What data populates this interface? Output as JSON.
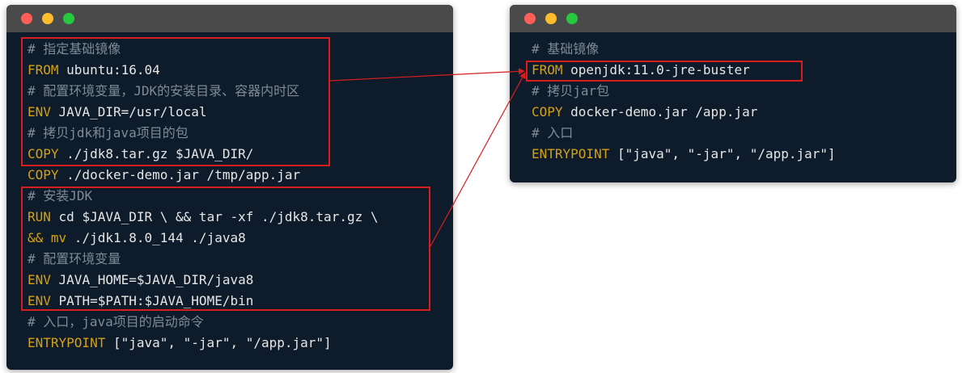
{
  "left_window": {
    "lines": [
      {
        "type": "comment",
        "text": "# 指定基础镜像"
      },
      {
        "type": "code",
        "kw": "FROM",
        "rest": " ubuntu:16.04"
      },
      {
        "type": "comment",
        "text": "# 配置环境变量，JDK的安装目录、容器内时区"
      },
      {
        "type": "code",
        "kw": "ENV",
        "rest": " JAVA_DIR=/usr/local"
      },
      {
        "type": "comment",
        "text": "# 拷贝jdk和java项目的包"
      },
      {
        "type": "code",
        "kw": "COPY",
        "rest": " ./jdk8.tar.gz $JAVA_DIR/"
      },
      {
        "type": "code",
        "kw": "COPY",
        "rest": " ./docker-demo.jar /tmp/app.jar"
      },
      {
        "type": "comment",
        "text": "# 安装JDK"
      },
      {
        "type": "code",
        "kw": "RUN",
        "rest": " cd $JAVA_DIR \\ && tar -xf ./jdk8.tar.gz \\"
      },
      {
        "type": "code",
        "kw": "&& mv",
        "rest": " ./jdk1.8.0_144 ./java8"
      },
      {
        "type": "comment",
        "text": "# 配置环境变量"
      },
      {
        "type": "code",
        "kw": "ENV",
        "rest": " JAVA_HOME=$JAVA_DIR/java8"
      },
      {
        "type": "code",
        "kw": "ENV",
        "rest": " PATH=$PATH:$JAVA_HOME/bin"
      },
      {
        "type": "comment",
        "text": "# 入口，java项目的启动命令"
      },
      {
        "type": "code",
        "kw": "ENTRYPOINT",
        "rest": " [\"java\", \"-jar\", \"/app.jar\"]"
      }
    ]
  },
  "right_window": {
    "lines": [
      {
        "type": "comment",
        "text": "# 基础镜像"
      },
      {
        "type": "code",
        "kw": "FROM",
        "rest": " openjdk:11.0-jre-buster"
      },
      {
        "type": "comment",
        "text": "# 拷贝jar包"
      },
      {
        "type": "code",
        "kw": "COPY",
        "rest": " docker-demo.jar /app.jar"
      },
      {
        "type": "comment",
        "text": "# 入口"
      },
      {
        "type": "code",
        "kw": "ENTRYPOINT",
        "rest": " [\"java\", \"-jar\", \"/app.jar\"]"
      }
    ]
  },
  "colors": {
    "window_bg": "#0d1b2a",
    "titlebar": "#4a4a4a",
    "keyword": "#d4a017",
    "comment": "#7f8b96",
    "text": "#e6e6e6",
    "highlight": "#d91e1e"
  },
  "icons": [
    "close-dot-icon",
    "minimize-dot-icon",
    "maximize-dot-icon"
  ]
}
